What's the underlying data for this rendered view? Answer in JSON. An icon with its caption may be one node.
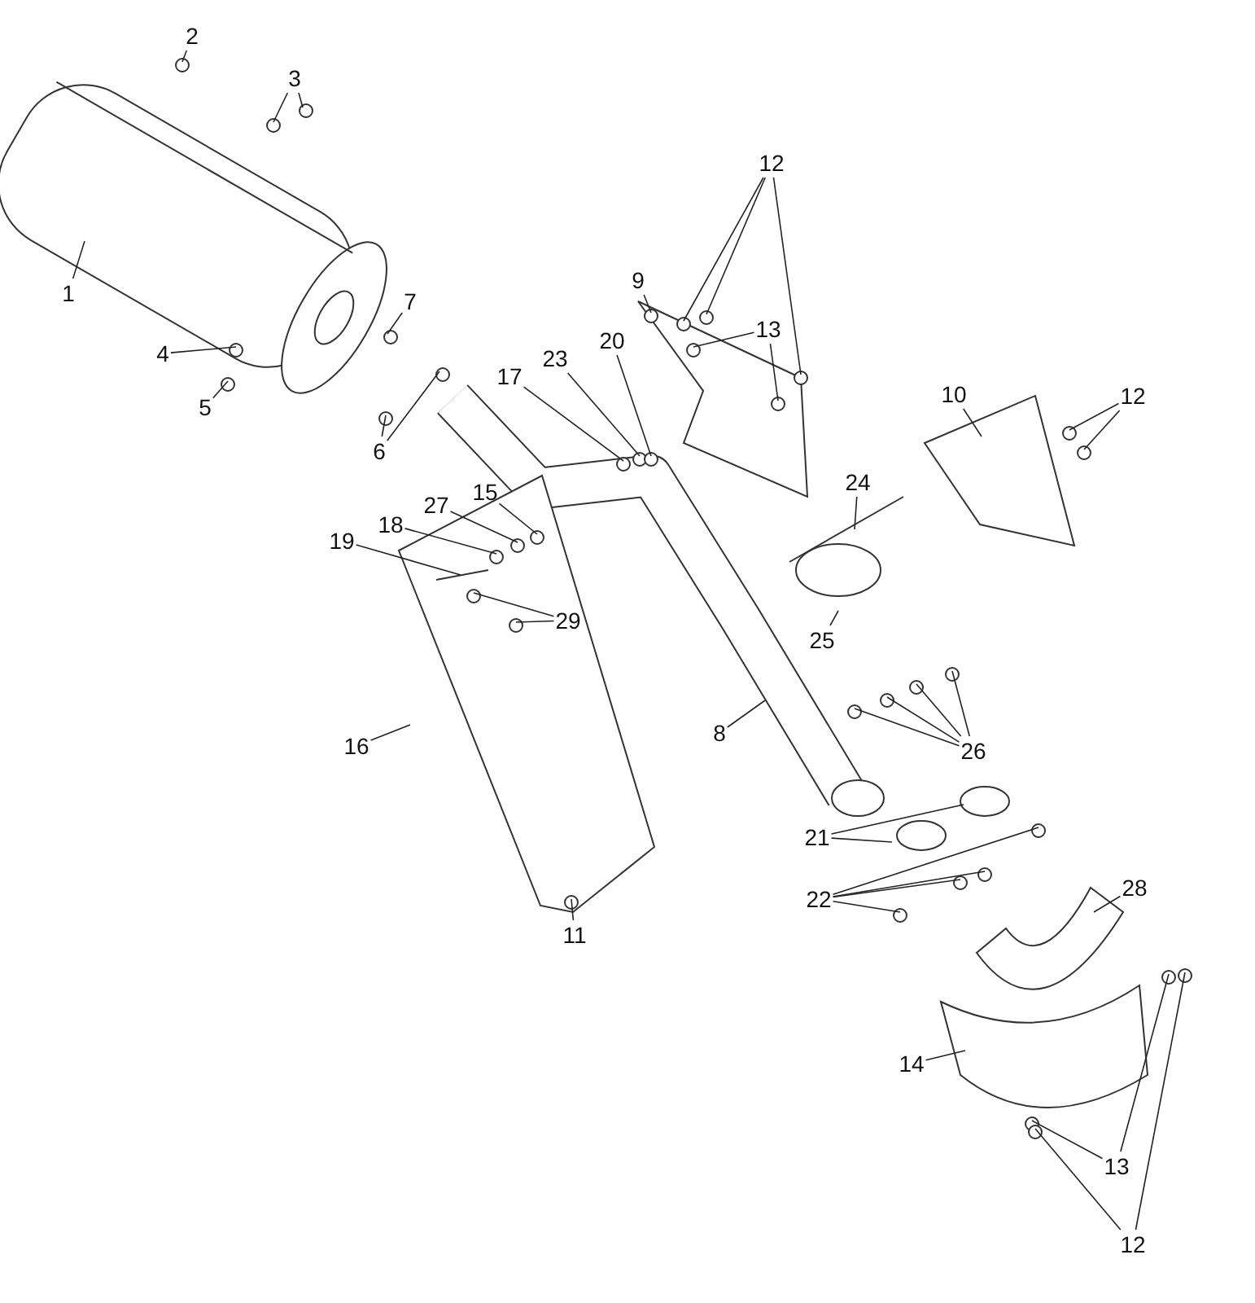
{
  "diagram": {
    "nodes": [
      {
        "text": [
          "2"
        ]
      },
      {
        "text": [
          "3"
        ]
      },
      {
        "text": [
          "12"
        ]
      },
      {
        "text": [
          "13"
        ]
      },
      {
        "text": [
          "1"
        ]
      },
      {
        "text": [
          "9"
        ]
      },
      {
        "text": [
          "7"
        ]
      },
      {
        "text": [
          "4"
        ]
      },
      {
        "text": [
          "10"
        ]
      },
      {
        "text": [
          "12"
        ]
      },
      {
        "text": [
          "5"
        ]
      },
      {
        "text": [
          "17"
        ]
      },
      {
        "text": [
          "23"
        ]
      },
      {
        "text": [
          "20"
        ]
      },
      {
        "text": [
          "6"
        ]
      },
      {
        "text": [
          "24"
        ]
      },
      {
        "text": [
          "27"
        ]
      },
      {
        "text": [
          "15"
        ]
      },
      {
        "text": [
          "18"
        ]
      },
      {
        "text": [
          "19"
        ]
      },
      {
        "text": [
          "29"
        ]
      },
      {
        "text": [
          "16"
        ]
      },
      {
        "text": [
          "8"
        ]
      },
      {
        "text": [
          "25"
        ]
      },
      {
        "text": [
          "26"
        ]
      },
      {
        "text": [
          "21"
        ]
      },
      {
        "text": [
          "22"
        ]
      },
      {
        "text": [
          "28"
        ]
      },
      {
        "text": [
          "11"
        ]
      },
      {
        "text": [
          "14"
        ]
      },
      {
        "text": [
          "13"
        ]
      },
      {
        "text": [
          "12"
        ]
      }
    ],
    "edges": [
      {
        "from": 0,
        "to": null,
        "arrow": "none"
      },
      {
        "from": 1,
        "to": null,
        "arrow": "none"
      },
      {
        "from": 1,
        "to": null,
        "arrow": "none"
      },
      {
        "from": 2,
        "to": null,
        "arrow": "none"
      },
      {
        "from": 2,
        "to": null,
        "arrow": "none"
      },
      {
        "from": 2,
        "to": null,
        "arrow": "none"
      },
      {
        "from": 3,
        "to": null,
        "arrow": "none"
      },
      {
        "from": 3,
        "to": null,
        "arrow": "none"
      },
      {
        "from": 4,
        "to": null,
        "arrow": "none"
      },
      {
        "from": 5,
        "to": null,
        "arrow": "none"
      },
      {
        "from": 6,
        "to": null,
        "arrow": "none"
      },
      {
        "from": 7,
        "to": null,
        "arrow": "none"
      },
      {
        "from": 8,
        "to": null,
        "arrow": "none"
      },
      {
        "from": 9,
        "to": null,
        "arrow": "none"
      },
      {
        "from": 9,
        "to": null,
        "arrow": "none"
      },
      {
        "from": 10,
        "to": null,
        "arrow": "none"
      },
      {
        "from": 11,
        "to": null,
        "arrow": "none"
      },
      {
        "from": 12,
        "to": null,
        "arrow": "none"
      },
      {
        "from": 13,
        "to": null,
        "arrow": "none"
      },
      {
        "from": 14,
        "to": null,
        "arrow": "none"
      },
      {
        "from": 14,
        "to": null,
        "arrow": "none"
      },
      {
        "from": 15,
        "to": null,
        "arrow": "none"
      },
      {
        "from": 16,
        "to": null,
        "arrow": "none"
      },
      {
        "from": 17,
        "to": null,
        "arrow": "none"
      },
      {
        "from": 18,
        "to": null,
        "arrow": "none"
      },
      {
        "from": 19,
        "to": null,
        "arrow": "none"
      },
      {
        "from": 20,
        "to": null,
        "arrow": "none"
      },
      {
        "from": 20,
        "to": null,
        "arrow": "none"
      },
      {
        "from": 21,
        "to": null,
        "arrow": "none"
      },
      {
        "from": 22,
        "to": null,
        "arrow": "none"
      },
      {
        "from": 23,
        "to": null,
        "arrow": "none"
      },
      {
        "from": 24,
        "to": null,
        "arrow": "none"
      },
      {
        "from": 24,
        "to": null,
        "arrow": "none"
      },
      {
        "from": 24,
        "to": null,
        "arrow": "none"
      },
      {
        "from": 24,
        "to": null,
        "arrow": "none"
      },
      {
        "from": 25,
        "to": null,
        "arrow": "none"
      },
      {
        "from": 25,
        "to": null,
        "arrow": "none"
      },
      {
        "from": 26,
        "to": null,
        "arrow": "none"
      },
      {
        "from": 26,
        "to": null,
        "arrow": "none"
      },
      {
        "from": 26,
        "to": null,
        "arrow": "none"
      },
      {
        "from": 26,
        "to": null,
        "arrow": "none"
      },
      {
        "from": 27,
        "to": null,
        "arrow": "none"
      },
      {
        "from": 28,
        "to": null,
        "arrow": "none"
      },
      {
        "from": 29,
        "to": null,
        "arrow": "none"
      },
      {
        "from": 30,
        "to": null,
        "arrow": "none"
      },
      {
        "from": 30,
        "to": null,
        "arrow": "none"
      },
      {
        "from": 31,
        "to": null,
        "arrow": "none"
      },
      {
        "from": 31,
        "to": null,
        "arrow": "none"
      }
    ]
  }
}
